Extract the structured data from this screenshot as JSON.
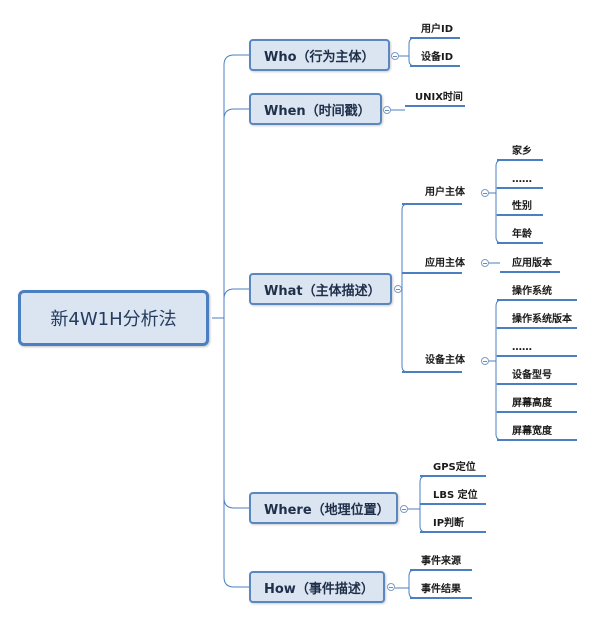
{
  "root": {
    "label": "新4W1H分析法"
  },
  "categories": [
    {
      "label": "Who（行为主体）",
      "children": [
        {
          "label": "用户ID"
        },
        {
          "label": "设备ID"
        }
      ]
    },
    {
      "label": "When（时间戳）",
      "children": [
        {
          "label": "UNIX时间"
        }
      ]
    },
    {
      "label": "What（主体描述）",
      "children": [
        {
          "label": "用户主体",
          "children": [
            {
              "label": "家乡"
            },
            {
              "label": "……"
            },
            {
              "label": "性别"
            },
            {
              "label": "年龄"
            }
          ]
        },
        {
          "label": "应用主体",
          "children": [
            {
              "label": "应用版本"
            }
          ]
        },
        {
          "label": "设备主体",
          "children": [
            {
              "label": "操作系统"
            },
            {
              "label": "操作系统版本"
            },
            {
              "label": "……"
            },
            {
              "label": "设备型号"
            },
            {
              "label": "屏幕高度"
            },
            {
              "label": "屏幕宽度"
            }
          ]
        }
      ]
    },
    {
      "label": "Where（地理位置）",
      "children": [
        {
          "label": "GPS定位"
        },
        {
          "label": "LBS 定位"
        },
        {
          "label": "IP判断"
        }
      ]
    },
    {
      "label": "How（事件描述）",
      "children": [
        {
          "label": "事件来源"
        },
        {
          "label": "事件结果"
        }
      ]
    }
  ],
  "colors": {
    "line": "#4a7fc1",
    "box_fill": "#dbe5f2",
    "box_border": "#5a87bf"
  }
}
